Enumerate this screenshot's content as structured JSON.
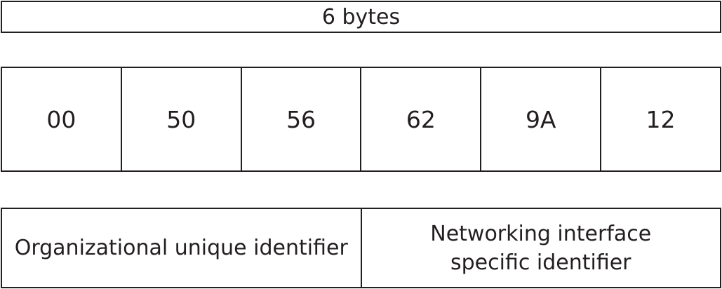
{
  "header": {
    "label": "6 bytes"
  },
  "bytes": [
    "00",
    "50",
    "56",
    "62",
    "9A",
    "12"
  ],
  "parts": {
    "oui": {
      "label": "Organizational unique identifier"
    },
    "nic": {
      "line1": "Networking interface",
      "line2": "specific identifier"
    }
  }
}
